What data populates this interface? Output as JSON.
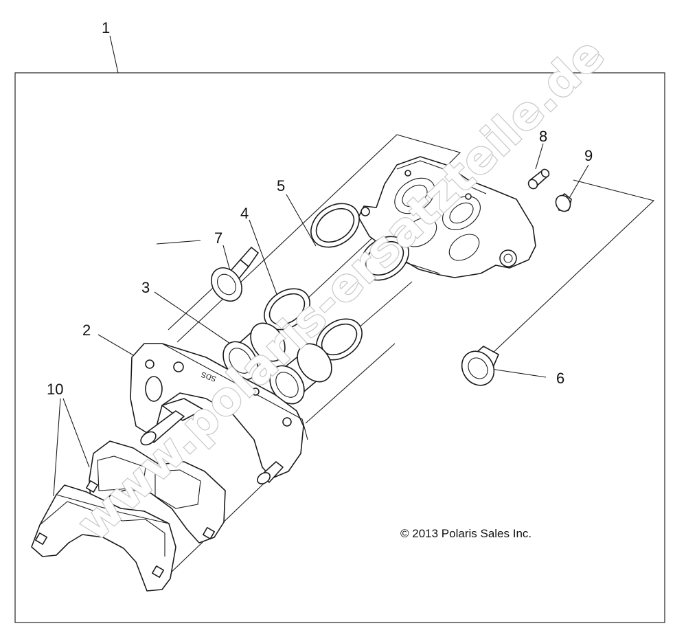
{
  "callouts": {
    "c1": "1",
    "c2": "2",
    "c3": "3",
    "c4": "4",
    "c5": "5",
    "c6": "6",
    "c7": "7",
    "c8": "8",
    "c9": "9",
    "c10": "10"
  },
  "copyright": "© 2013 Polaris Sales Inc.",
  "watermark": "www.polaris-ersatzteile.de",
  "bracket_stamp": "SDS",
  "colors": {
    "line": "#1a1a1a",
    "background": "#ffffff",
    "watermark_outline": "#c8c8c8"
  }
}
